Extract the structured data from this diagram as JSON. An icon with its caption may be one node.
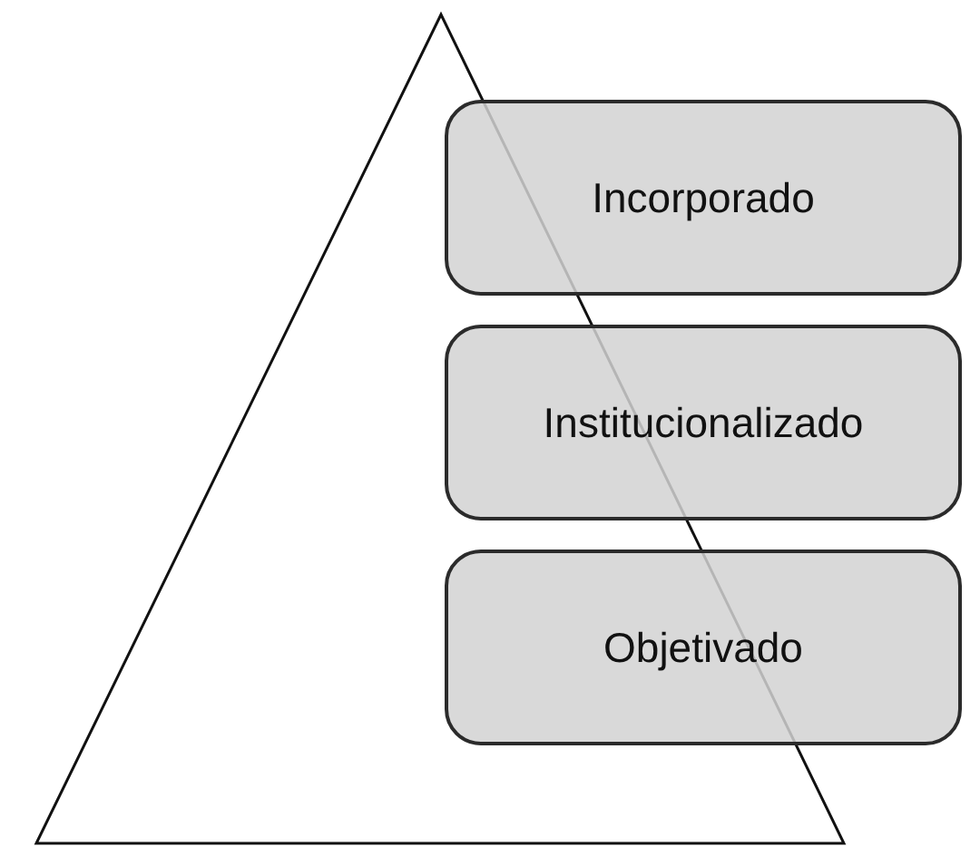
{
  "diagram": {
    "nodes": [
      {
        "text": [
          "Incorporado"
        ]
      },
      {
        "text": [
          "Institucionalizado"
        ]
      },
      {
        "text": [
          "Objetivado"
        ]
      }
    ]
  }
}
